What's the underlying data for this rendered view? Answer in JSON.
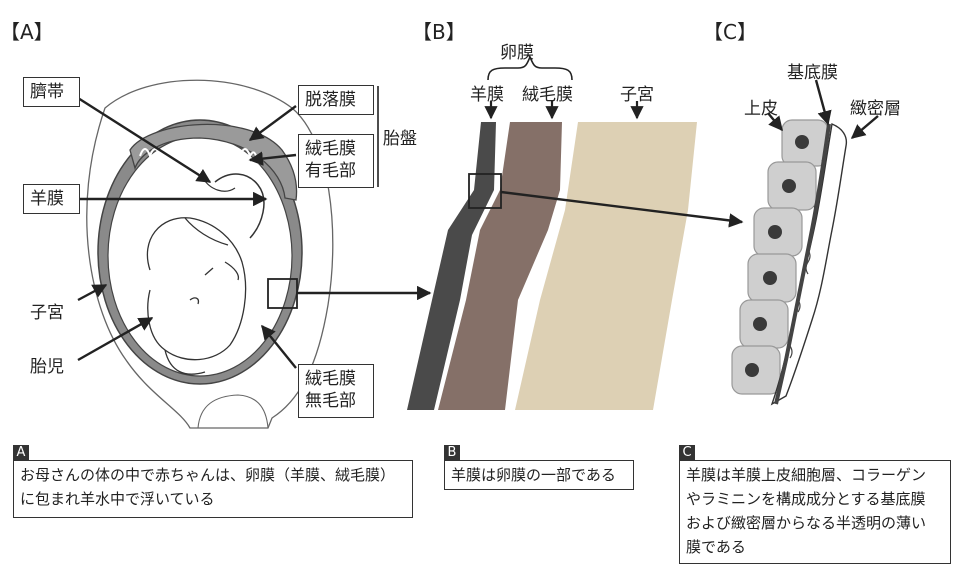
{
  "panels": {
    "a": "【A】",
    "b": "【B】",
    "c": "【C】"
  },
  "panel_a": {
    "umbilical_cord": "臍帯",
    "amnion": "羊膜",
    "decidua": "脱落膜",
    "chorion_frondosum": [
      "絨毛膜",
      "有毛部"
    ],
    "placenta": "胎盤",
    "uterus": "子宮",
    "fetus": "胎児",
    "chorion_laeve": [
      "絨毛膜",
      "無毛部"
    ]
  },
  "panel_b": {
    "fetal_membrane": "卵膜",
    "amnion": "羊膜",
    "chorion": "絨毛膜",
    "uterus": "子宮"
  },
  "panel_c": {
    "basement_membrane": "基底膜",
    "epithelium": "上皮",
    "compact_layer": "緻密層"
  },
  "captions": {
    "a": {
      "tag": "A",
      "lines": [
        "お母さんの体の中で赤ちゃんは、卵膜（羊膜、絨毛膜）",
        "に包まれ羊水中で浮いている"
      ]
    },
    "b": {
      "tag": "B",
      "lines": [
        "羊膜は卵膜の一部である"
      ]
    },
    "c": {
      "tag": "C",
      "lines": [
        "羊膜は羊膜上皮細胞層、コラーゲン",
        "やラミニンを構成成分とする基底膜",
        "および緻密層からなる半透明の薄い",
        "膜である"
      ]
    }
  },
  "colors": {
    "amnion_layer": "#4a4a4a",
    "chorion_layer": "#857068",
    "uterus_layer": "#ddd0b4",
    "epithelial_cell": "#cfcfcf",
    "nucleus": "#3a3a3a"
  }
}
